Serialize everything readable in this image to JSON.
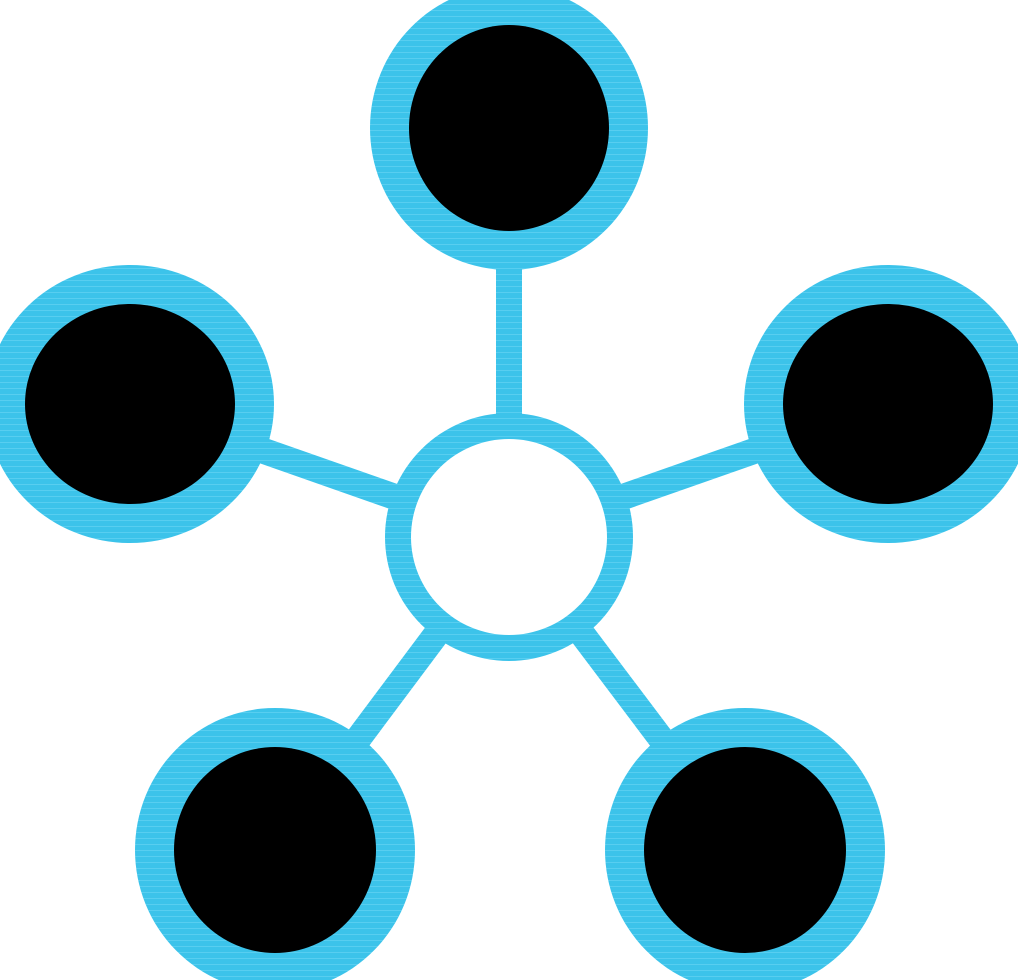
{
  "icon": {
    "name": "network-hub-icon",
    "description_label": "",
    "colors": {
      "outline": "#3cc3ea",
      "outline_light": "#6ad6f3",
      "node_fill": "#000000",
      "hub_fill": "#ffffff",
      "background": "#ffffff"
    },
    "hub": {
      "name": "hub-node"
    },
    "nodes": [
      {
        "name": "node-top"
      },
      {
        "name": "node-left"
      },
      {
        "name": "node-right"
      },
      {
        "name": "node-bottom-left"
      },
      {
        "name": "node-bottom-right"
      }
    ]
  }
}
